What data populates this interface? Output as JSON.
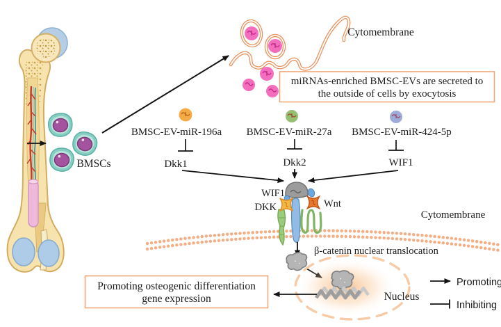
{
  "figure": {
    "bmscs_label": "BMSCs",
    "membrane_labels": {
      "top": "Cytomembrane",
      "right": "Cytomembrane"
    },
    "exocytosis_note": {
      "line1": "miRNAs-enriched BMSC-EVs are secreted to",
      "line2": "the outside of cells by exocytosis"
    },
    "pathways": [
      {
        "mirna": "BMSC-EV-miR-196a",
        "target": "Dkk1",
        "relation": "inhibits",
        "vesicle_color": "#F5AB45"
      },
      {
        "mirna": "BMSC-EV-miR-27a",
        "target": "Dkk2",
        "relation": "inhibits",
        "vesicle_color": "#97BF72"
      },
      {
        "mirna": "BMSC-EV-miR-424-5p",
        "target": "WIF1",
        "relation": "inhibits",
        "vesicle_color": "#9DABDB"
      }
    ],
    "receptor_complex": {
      "wif1": "WIF1",
      "dkk": "DKK",
      "wnt": "Wnt"
    },
    "downstream": {
      "beta_catenin": "β-catenin nuclear translocation",
      "nucleus": "Nucleus"
    },
    "outcome_box": {
      "line1": "Promoting osteogenic differentiation",
      "line2": "gene expression"
    },
    "legend": {
      "promoting": "Promoting",
      "inhibiting": "Inhibiting"
    }
  },
  "colors": {
    "box_border": "#EFA877",
    "ev_pink": "#F46EBE",
    "membrane_orange": "#F2AE85",
    "exo_membrane": "#E8935E"
  }
}
